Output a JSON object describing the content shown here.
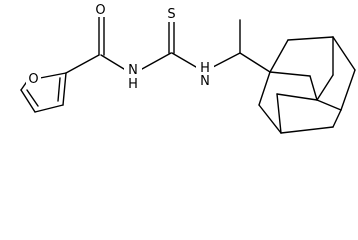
{
  "structure": {
    "atoms": {
      "furan_oxygen": "O",
      "carbonyl_oxygen": "O",
      "amide_nitrogen": "N",
      "amide_hydrogen": "H",
      "thiocarbonyl_sulfur": "S",
      "thiourea_nitrogen": "N",
      "thiourea_hydrogen": "H"
    }
  }
}
